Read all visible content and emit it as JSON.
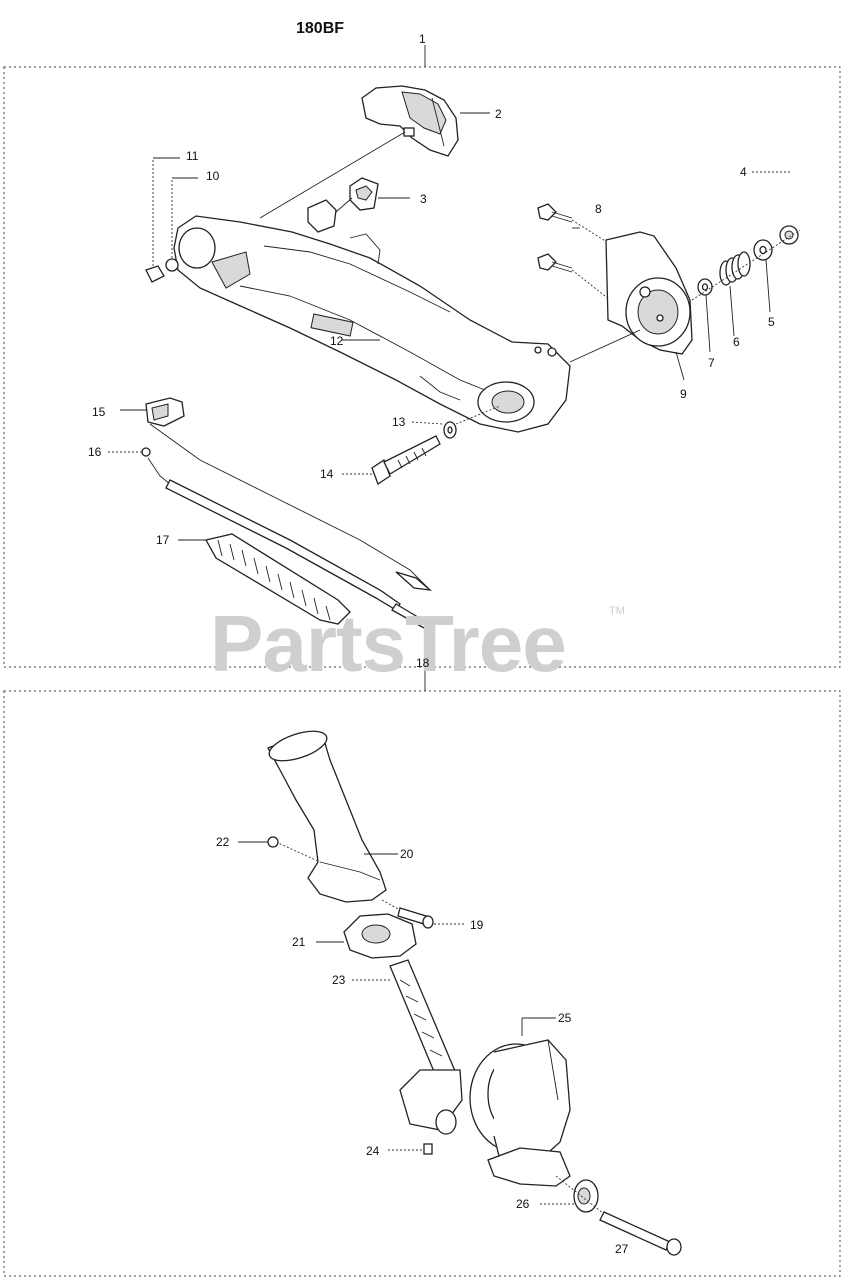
{
  "title": "180BF",
  "watermark": {
    "text": "PartsTree",
    "trademark": "TM"
  },
  "callouts": {
    "c1": "1",
    "c2": "2",
    "c3": "3",
    "c4": "4",
    "c5": "5",
    "c6": "6",
    "c7": "7",
    "c8": "8",
    "c9": "9",
    "c10": "10",
    "c11": "11",
    "c12": "12",
    "c13": "13",
    "c14": "14",
    "c15": "15",
    "c16": "16",
    "c17": "17",
    "c18": "18",
    "c19": "19",
    "c20": "20",
    "c21": "21",
    "c22": "22",
    "c23": "23",
    "c24": "24",
    "c25": "25",
    "c26": "26",
    "c27": "27"
  }
}
